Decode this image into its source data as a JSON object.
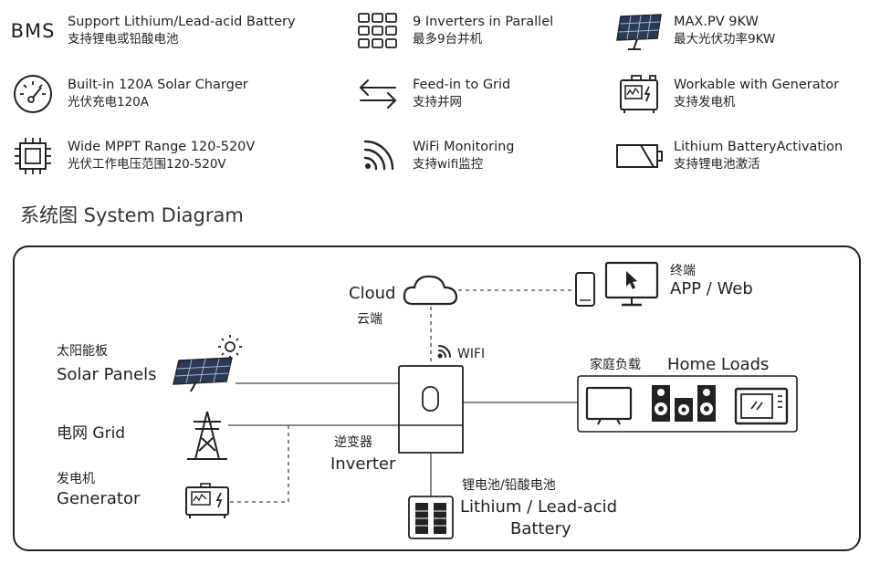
{
  "features": [
    {
      "id": "bms",
      "icon": "bms-text-icon",
      "icon_text": "BMS",
      "en": "Support Lithium/Lead-acid Battery",
      "cn": "支持锂电或铅酸电池"
    },
    {
      "id": "parallel",
      "icon": "grid-nine-icon",
      "en": "9 Inverters in Parallel",
      "cn": "最多9台并机"
    },
    {
      "id": "maxpv",
      "icon": "solar-panel-icon",
      "en": "MAX.PV 9KW",
      "cn": "最大光伏功率9KW"
    },
    {
      "id": "charger",
      "icon": "gauge-icon",
      "en": "Built-in 120A Solar Charger",
      "cn": "光伏充电120A"
    },
    {
      "id": "feedin",
      "icon": "bidirectional-arrows-icon",
      "en": "Feed-in to Grid",
      "cn": "支持并网"
    },
    {
      "id": "generator",
      "icon": "generator-icon",
      "en": "Workable with Generator",
      "cn": "支持发电机"
    },
    {
      "id": "mppt",
      "icon": "chip-icon",
      "en": "Wide MPPT Range 120-520V",
      "cn": "光伏工作电压范围120-520V"
    },
    {
      "id": "wifi",
      "icon": "wifi-icon",
      "en": "WiFi Monitoring",
      "cn": "支持wifi监控"
    },
    {
      "id": "battery",
      "icon": "battery-icon",
      "en": "Lithium BatteryActivation",
      "cn": "支持锂电池激活"
    }
  ],
  "section_title": "系统图 System Diagram",
  "diagram": {
    "cloud_en": "Cloud",
    "cloud_cn": "云端",
    "terminal_cn": "终端",
    "terminal_en": "APP / Web",
    "wifi_label": "WIFI",
    "solar_cn": "太阳能板",
    "solar_en": "Solar Panels",
    "grid_label": "电网 Grid",
    "generator_cn": "发电机",
    "generator_en": "Generator",
    "inverter_cn": "逆变器",
    "inverter_en": "Inverter",
    "home_cn": "家庭负载",
    "home_en": "Home Loads",
    "battery_cn": "锂电池/铅酸电池",
    "battery_en1": "Lithium / Lead-acid",
    "battery_en2": "Battery"
  }
}
